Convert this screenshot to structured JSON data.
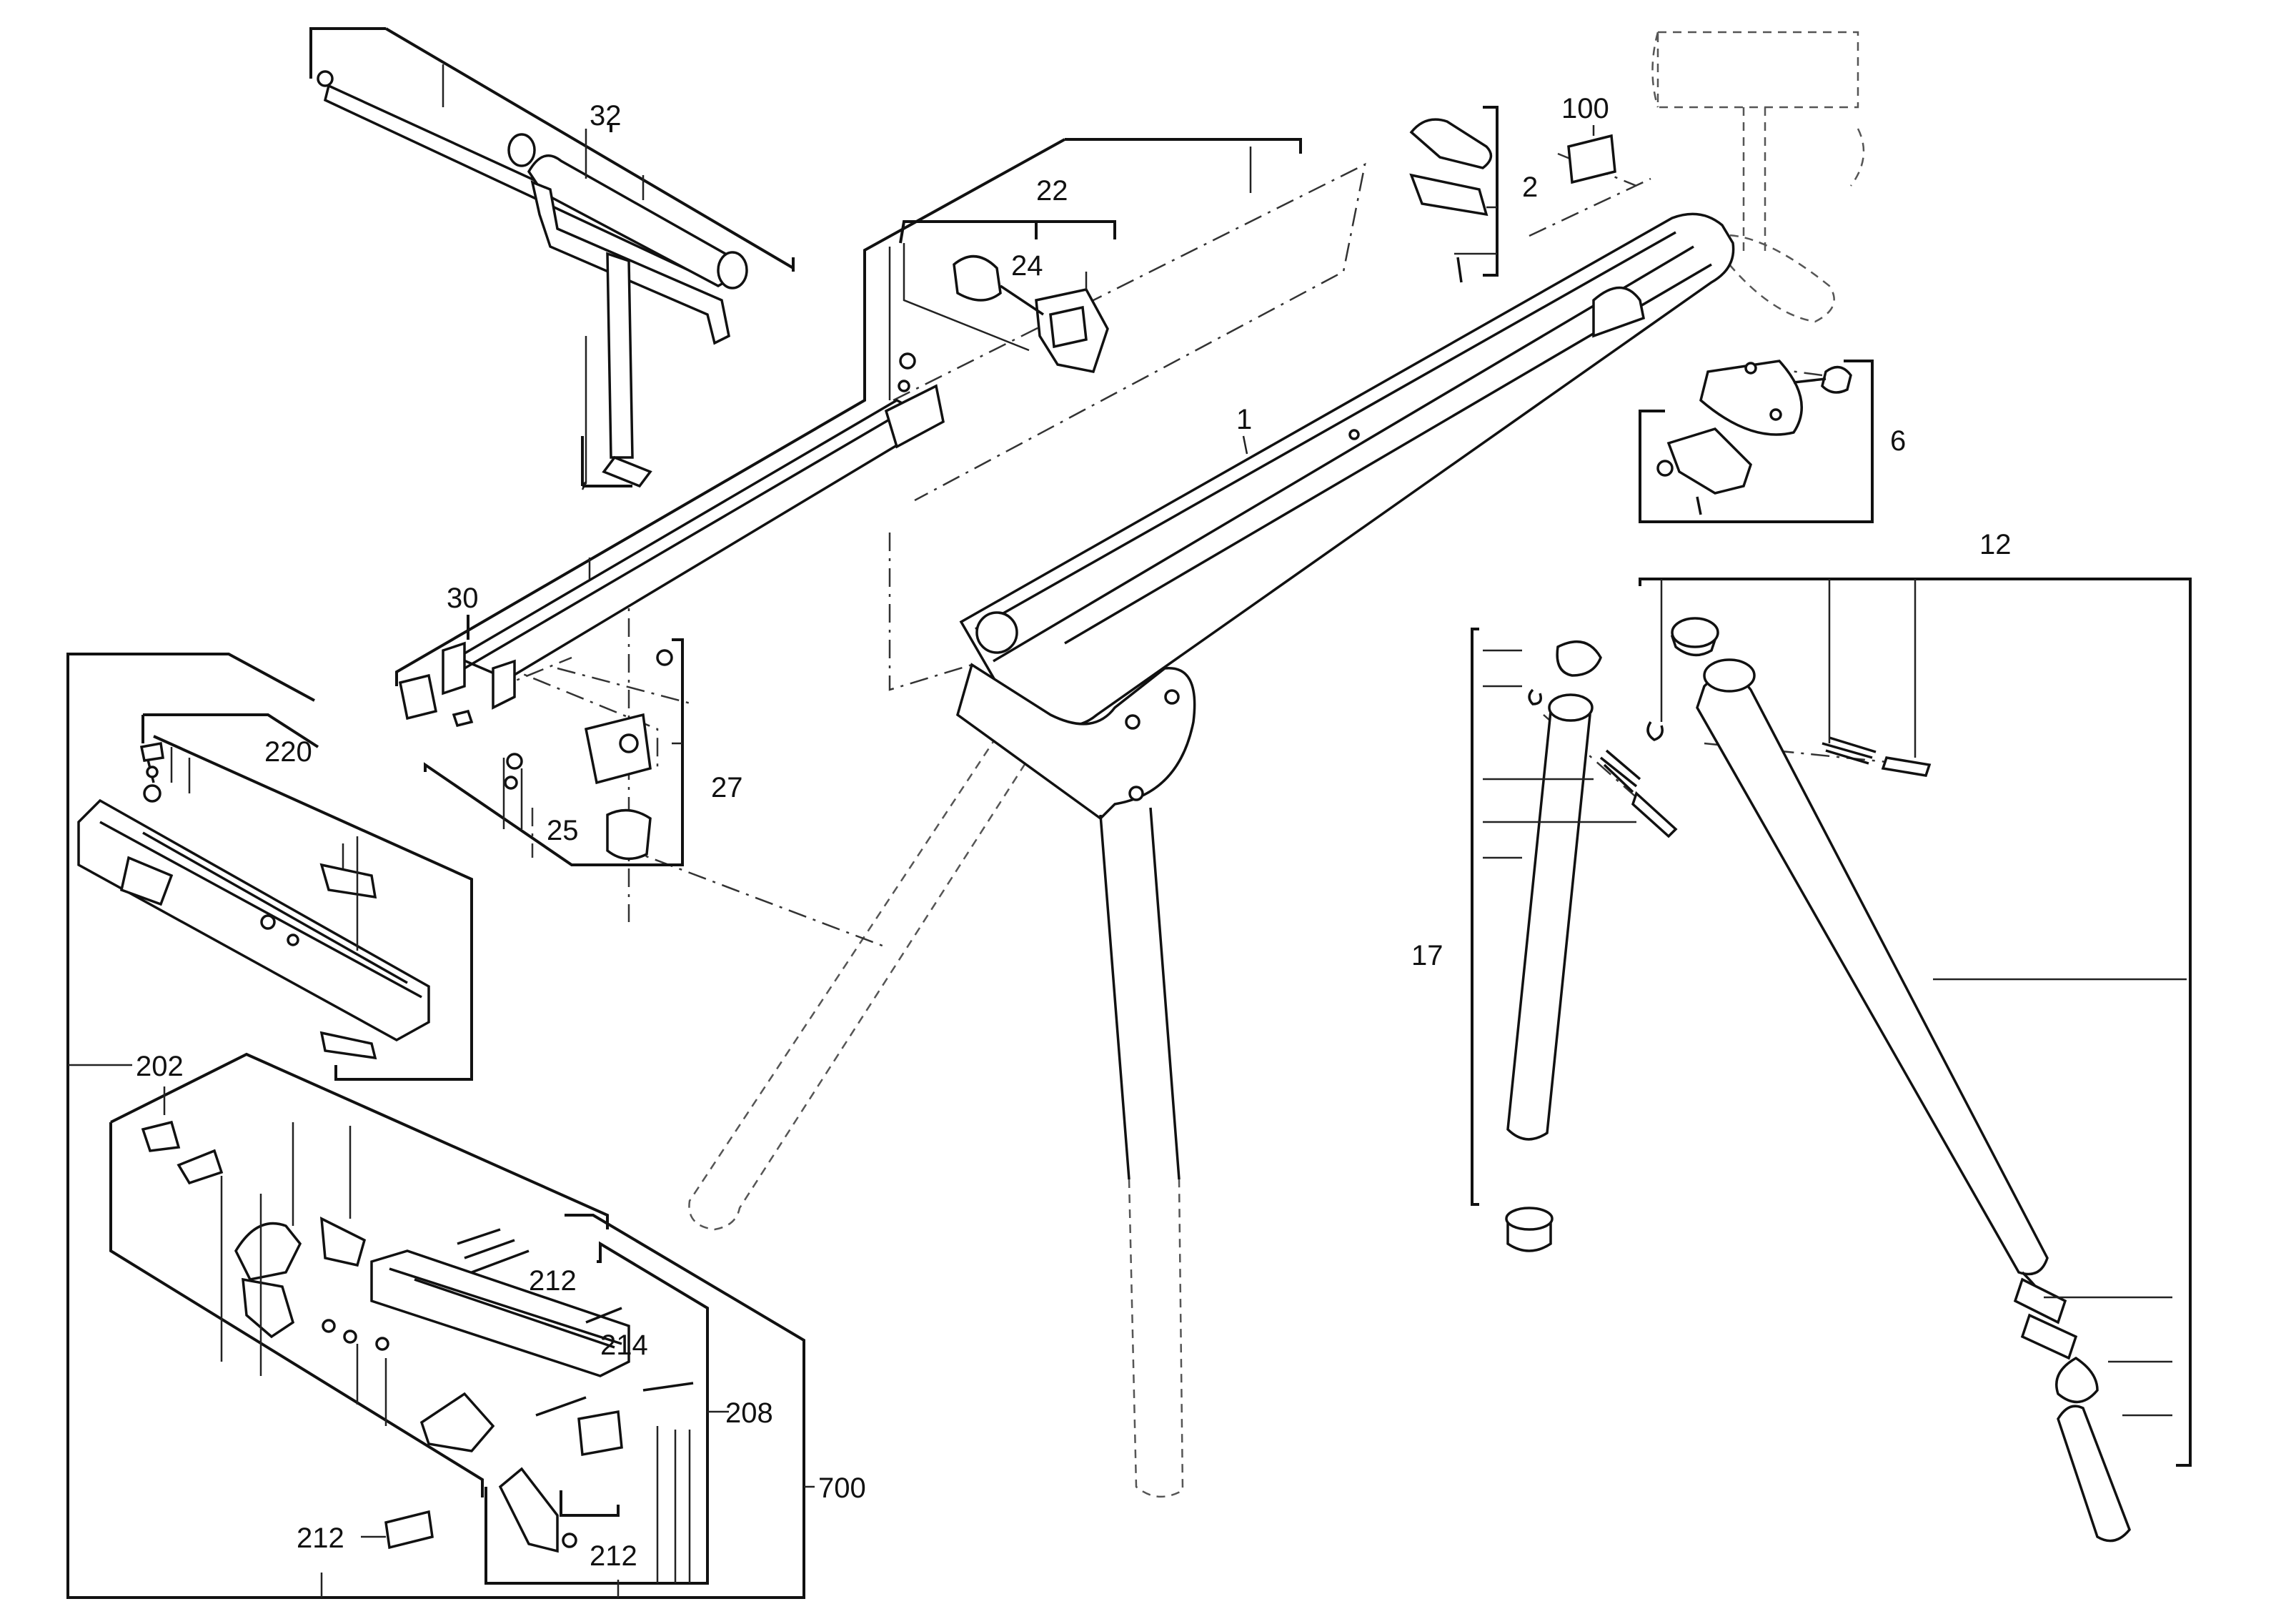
{
  "callouts": {
    "c1": "1",
    "c2": "2",
    "c6": "6",
    "c12": "12",
    "c17": "17",
    "c22": "22",
    "c24": "24",
    "c25": "25",
    "c27": "27",
    "c30": "30",
    "c32": "32",
    "c100": "100",
    "c202": "202",
    "c208": "208",
    "c212a": "212",
    "c212b": "212",
    "c212c": "212",
    "c214": "214",
    "c220": "220",
    "c700": "700"
  }
}
